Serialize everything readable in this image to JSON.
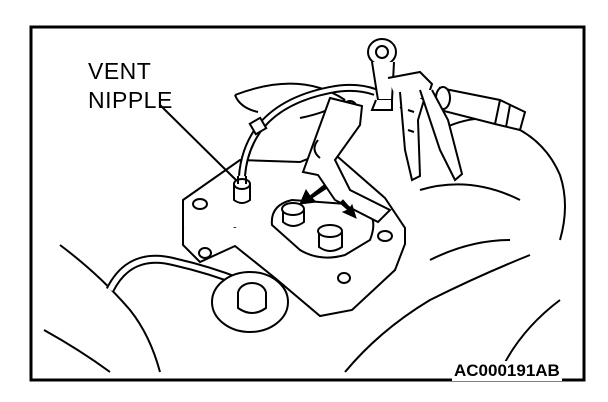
{
  "callout": {
    "line1": "VENT",
    "line2": "NIPPLE"
  },
  "figure_code": "AC000191AB"
}
